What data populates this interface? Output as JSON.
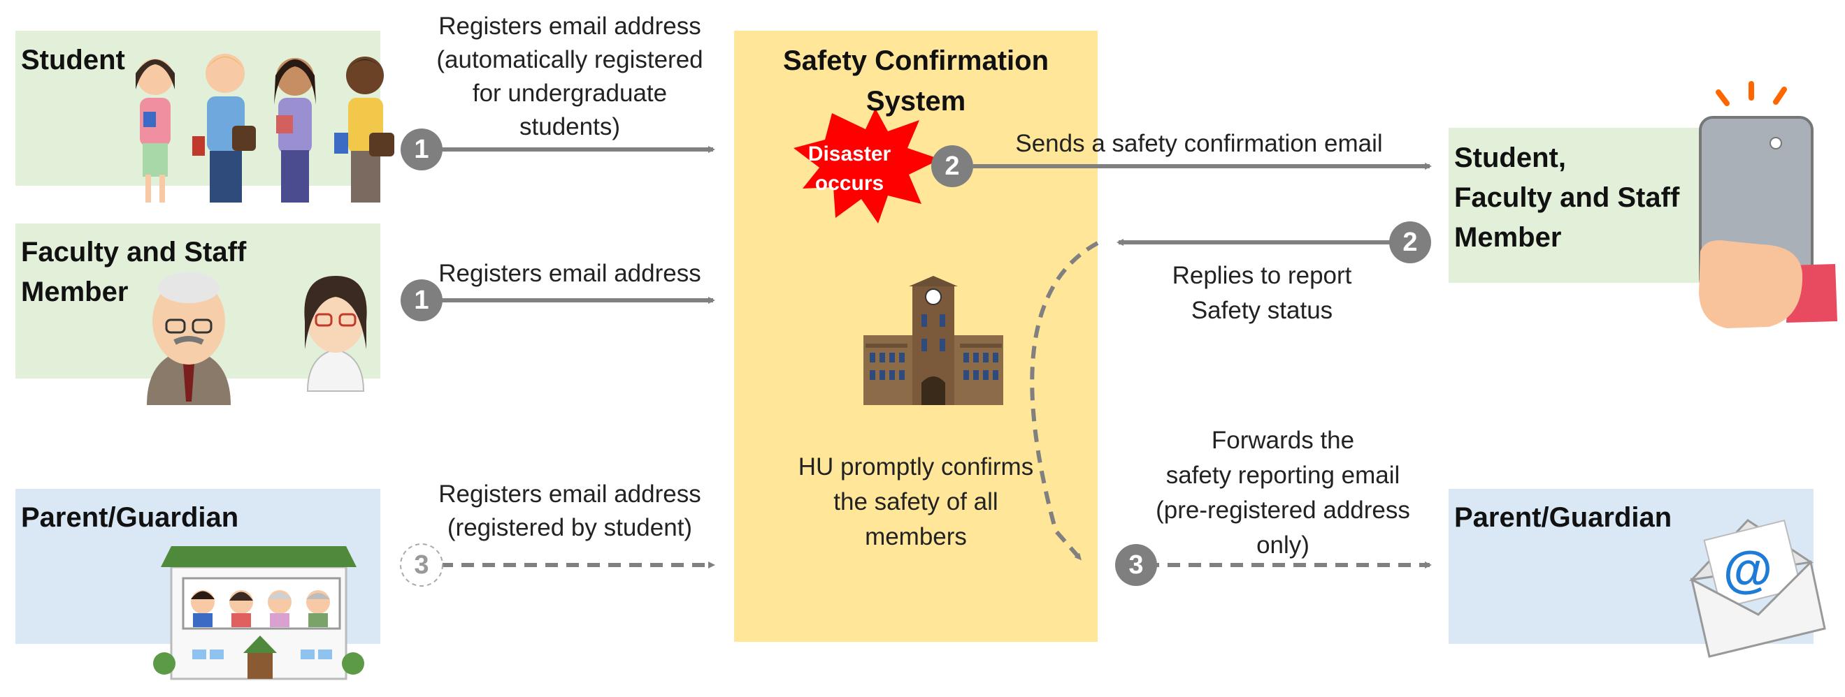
{
  "left": {
    "student_label": "Student",
    "faculty_label": "Faculty and Staff\nMember",
    "parent_label": "Parent/Guardian"
  },
  "arrows": {
    "step1_student_caption": "Registers email address\n(automatically registered\nfor undergraduate\nstudents)",
    "step1_faculty_caption": "Registers email address",
    "step3_parent_caption": "Registers email address\n(registered by student)",
    "step2_send_caption": "Sends a safety confirmation email",
    "step2_reply_caption": "Replies to report\nSafety status",
    "step3_forward_caption": "Forwards the\nsafety reporting email\n(pre-registered address\nonly)"
  },
  "badges": {
    "one": "1",
    "two": "2",
    "three": "3"
  },
  "center": {
    "title": "Safety Confirmation\nSystem",
    "burst_label": "Disaster\noccurs",
    "confirm_text": "HU promptly confirms\nthe safety of all\nmembers"
  },
  "right": {
    "recipient_label": "Student,\nFaculty and Staff\nMember",
    "parent_label": "Parent/Guardian"
  },
  "colors": {
    "green_panel": "#e2f0d9",
    "blue_panel": "#dae8f5",
    "center_panel": "#ffe699",
    "arrow": "#808080",
    "badge": "#7f7f7f",
    "burst": "#ff0000"
  },
  "icons": [
    "students-illustration",
    "faculty-illustration",
    "house-family-illustration",
    "university-building-icon",
    "phone-in-hand-illustration",
    "email-envelope-icon"
  ]
}
